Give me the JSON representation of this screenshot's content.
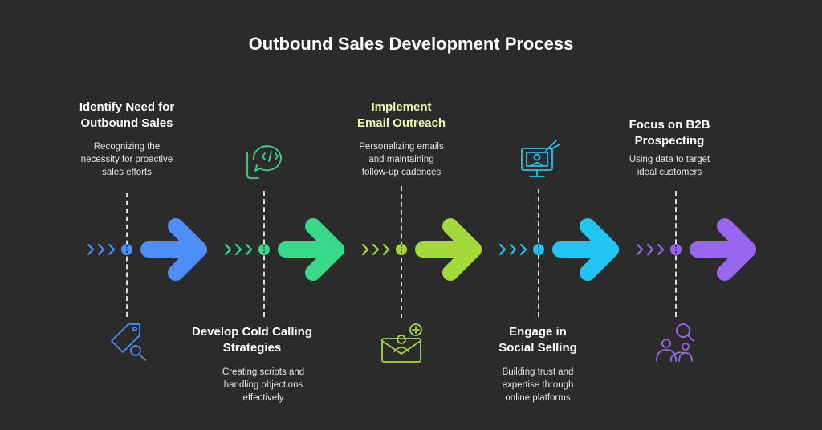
{
  "title": "Outbound Sales Development Process",
  "steps": [
    {
      "title_lines": [
        "Identify Need for",
        "Outbound Sales"
      ],
      "description_lines": [
        "Recognizing the",
        "necessity for proactive",
        "sales efforts"
      ],
      "position": "top",
      "icon": "tag-search-icon",
      "color": "#4d8ef7"
    },
    {
      "title_lines": [
        "Develop Cold Calling",
        "Strategies"
      ],
      "description_lines": [
        "Creating scripts and",
        "handling objections",
        "effectively"
      ],
      "position": "bottom",
      "icon": "phone-code-icon",
      "color": "#39d98a"
    },
    {
      "title_lines": [
        "Implement",
        "Email Outreach"
      ],
      "description_lines": [
        "Personalizing emails",
        "and maintaining",
        "follow-up cadences"
      ],
      "position": "top",
      "icon": "email-add-user-icon",
      "color": "#a3d93b"
    },
    {
      "title_lines": [
        "Engage in",
        "Social Selling"
      ],
      "description_lines": [
        "Building trust and",
        "expertise through",
        "online platforms"
      ],
      "position": "bottom",
      "icon": "monitor-user-icon",
      "color": "#22c4f2"
    },
    {
      "title_lines": [
        "Focus on B2B",
        "Prospecting"
      ],
      "description_lines": [
        "Using data to target",
        "ideal customers"
      ],
      "position": "top",
      "icon": "people-search-icon",
      "color": "#9966f0"
    }
  ]
}
